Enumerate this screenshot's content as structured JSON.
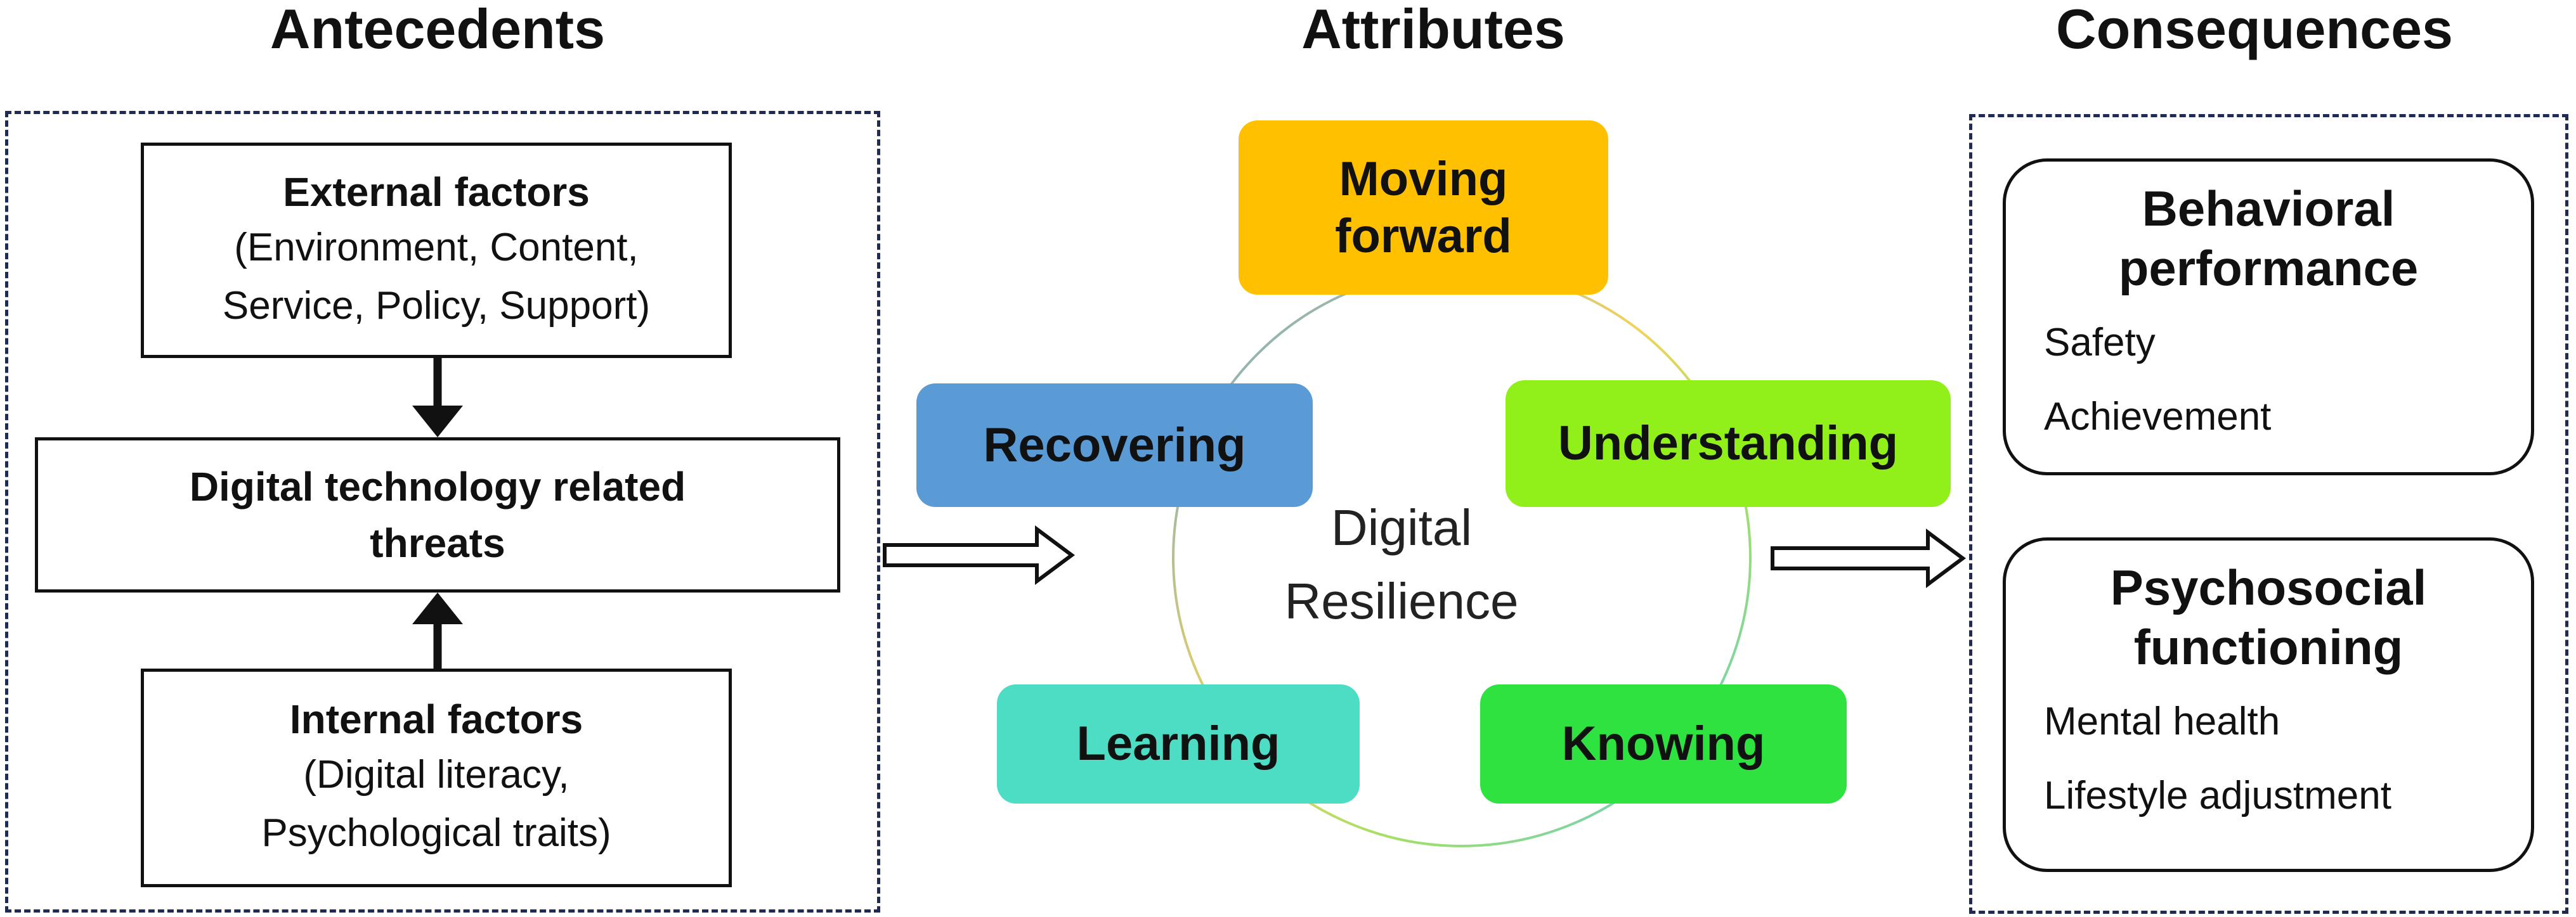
{
  "headings": {
    "antecedents": "Antecedents",
    "attributes": "Attributes",
    "consequences": "Consequences"
  },
  "antecedents": {
    "external": {
      "title": "External factors",
      "line1": "(Environment,  Content,",
      "line2": "Service, Policy, Support)"
    },
    "threats": {
      "line1": "Digital technology related",
      "line2": "threats"
    },
    "internal": {
      "title": "Internal factors",
      "line1": "(Digital literacy,",
      "line2": "Psychological traits)"
    }
  },
  "attributes": {
    "center_line1": "Digital",
    "center_line2": "Resilience",
    "moving": {
      "line1": "Moving",
      "line2": "forward",
      "color": "#FFC000"
    },
    "understanding": {
      "label": "Understanding",
      "color": "#92F01A"
    },
    "knowing": {
      "label": "Knowing",
      "color": "#2EE340"
    },
    "learning": {
      "label": "Learning",
      "color": "#4DDDC4"
    },
    "recovering": {
      "label": "Recovering",
      "color": "#5B9BD5"
    }
  },
  "consequences": {
    "behavioral": {
      "title_line1": "Behavioral",
      "title_line2": "performance",
      "items": [
        "Safety",
        "Achievement"
      ]
    },
    "psychosocial": {
      "title_line1": "Psychosocial",
      "title_line2": "functioning",
      "items": [
        "Mental health",
        "Lifestyle adjustment"
      ]
    }
  }
}
